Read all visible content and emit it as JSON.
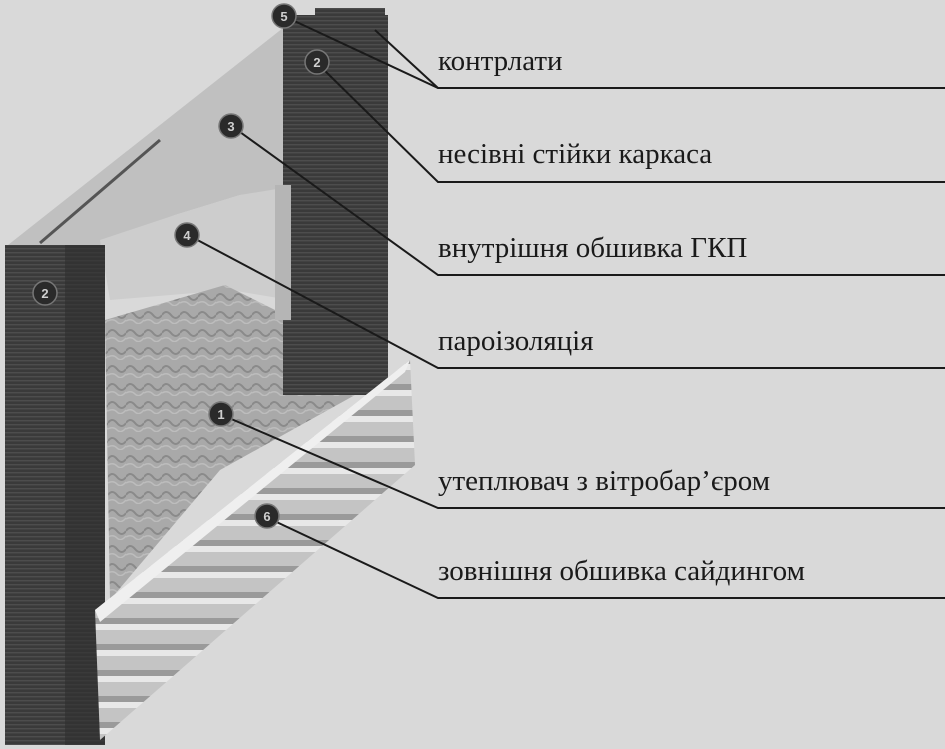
{
  "labels": [
    {
      "id": "counter-battens",
      "text": "контрлати"
    },
    {
      "id": "load-bearing-studs",
      "text": "несівні стійки каркаса"
    },
    {
      "id": "inner-gypsum-cladding",
      "text": "внутрішня обшивка ГКП"
    },
    {
      "id": "vapor-barrier",
      "text": "пароізоляція"
    },
    {
      "id": "insulation-wind-barrier",
      "text": "утеплювач з вітробар’єром"
    },
    {
      "id": "outer-siding-cladding",
      "text": "зовнішня обшивка сайдингом"
    }
  ],
  "markers": [
    "5",
    "2",
    "3",
    "4",
    "1",
    "6",
    "2"
  ],
  "colors": {
    "background": "#d9d9d9",
    "post": "#3c3c3c",
    "leader": "#1a1a1a",
    "marker": "#2a2a2a"
  }
}
